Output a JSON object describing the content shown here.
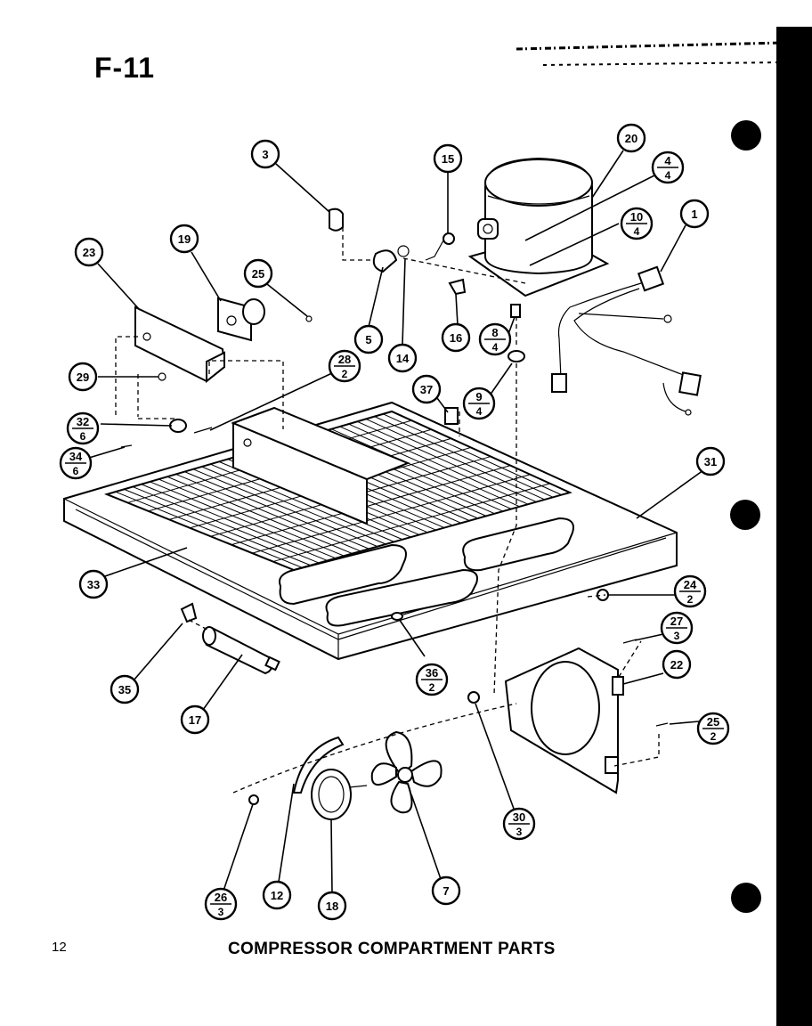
{
  "figure_code": "F-11",
  "page_number": "12",
  "caption": "COMPRESSOR COMPARTMENT PARTS",
  "callouts": [
    {
      "id": "c1",
      "number": "1",
      "qty": ""
    },
    {
      "id": "c3",
      "number": "3",
      "qty": ""
    },
    {
      "id": "c4",
      "number": "4",
      "qty": "4"
    },
    {
      "id": "c5",
      "number": "5",
      "qty": ""
    },
    {
      "id": "c7",
      "number": "7",
      "qty": ""
    },
    {
      "id": "c8",
      "number": "8",
      "qty": "4"
    },
    {
      "id": "c9",
      "number": "9",
      "qty": "4"
    },
    {
      "id": "c10",
      "number": "10",
      "qty": "4"
    },
    {
      "id": "c12",
      "number": "12",
      "qty": ""
    },
    {
      "id": "c14",
      "number": "14",
      "qty": ""
    },
    {
      "id": "c15",
      "number": "15",
      "qty": ""
    },
    {
      "id": "c16",
      "number": "16",
      "qty": ""
    },
    {
      "id": "c17",
      "number": "17",
      "qty": ""
    },
    {
      "id": "c18",
      "number": "18",
      "qty": ""
    },
    {
      "id": "c19",
      "number": "19",
      "qty": ""
    },
    {
      "id": "c20",
      "number": "20",
      "qty": ""
    },
    {
      "id": "c22",
      "number": "22",
      "qty": ""
    },
    {
      "id": "c23",
      "number": "23",
      "qty": ""
    },
    {
      "id": "c24",
      "number": "24",
      "qty": "2"
    },
    {
      "id": "c25a",
      "number": "25",
      "qty": ""
    },
    {
      "id": "c25b",
      "number": "25",
      "qty": "2"
    },
    {
      "id": "c26",
      "number": "26",
      "qty": "3"
    },
    {
      "id": "c27",
      "number": "27",
      "qty": "3"
    },
    {
      "id": "c28",
      "number": "28",
      "qty": "2"
    },
    {
      "id": "c29",
      "number": "29",
      "qty": ""
    },
    {
      "id": "c30",
      "number": "30",
      "qty": "3"
    },
    {
      "id": "c31",
      "number": "31",
      "qty": ""
    },
    {
      "id": "c32",
      "number": "32",
      "qty": "6"
    },
    {
      "id": "c33",
      "number": "33",
      "qty": ""
    },
    {
      "id": "c34",
      "number": "34",
      "qty": "6"
    },
    {
      "id": "c35",
      "number": "35",
      "qty": ""
    },
    {
      "id": "c36",
      "number": "36",
      "qty": "2"
    },
    {
      "id": "c37",
      "number": "37",
      "qty": ""
    }
  ]
}
